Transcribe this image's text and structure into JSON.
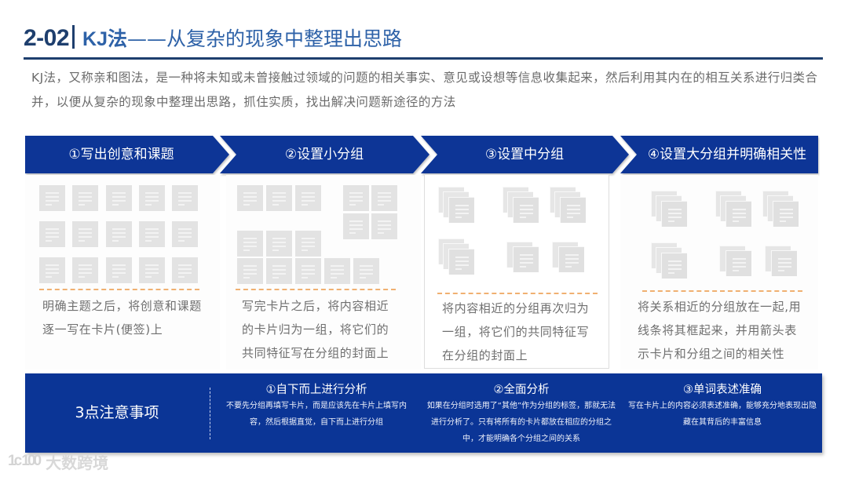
{
  "header": {
    "section_number": "2-02",
    "title_keyword": "KJ法",
    "title_rest": "——从复杂的现象中整理出思路"
  },
  "intro": {
    "text": "KJ法，又称亲和图法，是一种将未知或未曾接触过领域的问题的相关事实、意见或设想等信息收集起来，然后利用其内在的相互关系进行归类合并，以便从复杂的现象中整理出思路，抓住实质，找出解决问题新途径的方法"
  },
  "colors": {
    "primary_blue": "#0b3596",
    "title_dark": "#1e3f6e",
    "title_blue": "#2e62a8",
    "card_gray": "#e3e3e3",
    "dash_orange": "#f0b071"
  },
  "steps": [
    {
      "label": "①写出创意和课题",
      "description": "明确主题之后，将创意和课题逐一写在卡片(便签)上",
      "diagram": "15 individual cards in 3 rows of 5"
    },
    {
      "label": "②设置小分组",
      "description": "写完卡片之后，将内容相近的卡片归为一组，将它们的共同特征写在分组的封面上",
      "diagram": "cards clustered into small groups"
    },
    {
      "label": "③设置中分组",
      "description": "将内容相近的分组再次归为一组，将它们的共同特征写在分组的封面上",
      "diagram": "stacked card piles (medium groups)"
    },
    {
      "label": "④设置大分组并明确相关性",
      "description": "将关系相近的分组放在一起,用线条将其框起来，并用箭头表示卡片和分组之间的相关性",
      "diagram": "stacked card piles (large groups)"
    }
  ],
  "notes": {
    "heading": "3点注意事项",
    "items": [
      {
        "title": "①自下而上进行分析",
        "body": "不要先分组再填写卡片，而是应该先在卡片上填写内容，然后根据直觉，自下而上进行分组"
      },
      {
        "title": "②全面分析",
        "body": "如果在分组时选用了“其他”作为分组的标签，那就无法进行分析了。只有将所有的卡片都放在相应的分组之中，才能明确各个分组之间的关系"
      },
      {
        "title": "③单词表述准确",
        "body": "写在卡片上的内容必须表述准确，能够充分地表现出隐藏在其背后的丰富信息"
      }
    ]
  },
  "watermark": {
    "logo": "1c 100",
    "text": "大数跨境"
  }
}
